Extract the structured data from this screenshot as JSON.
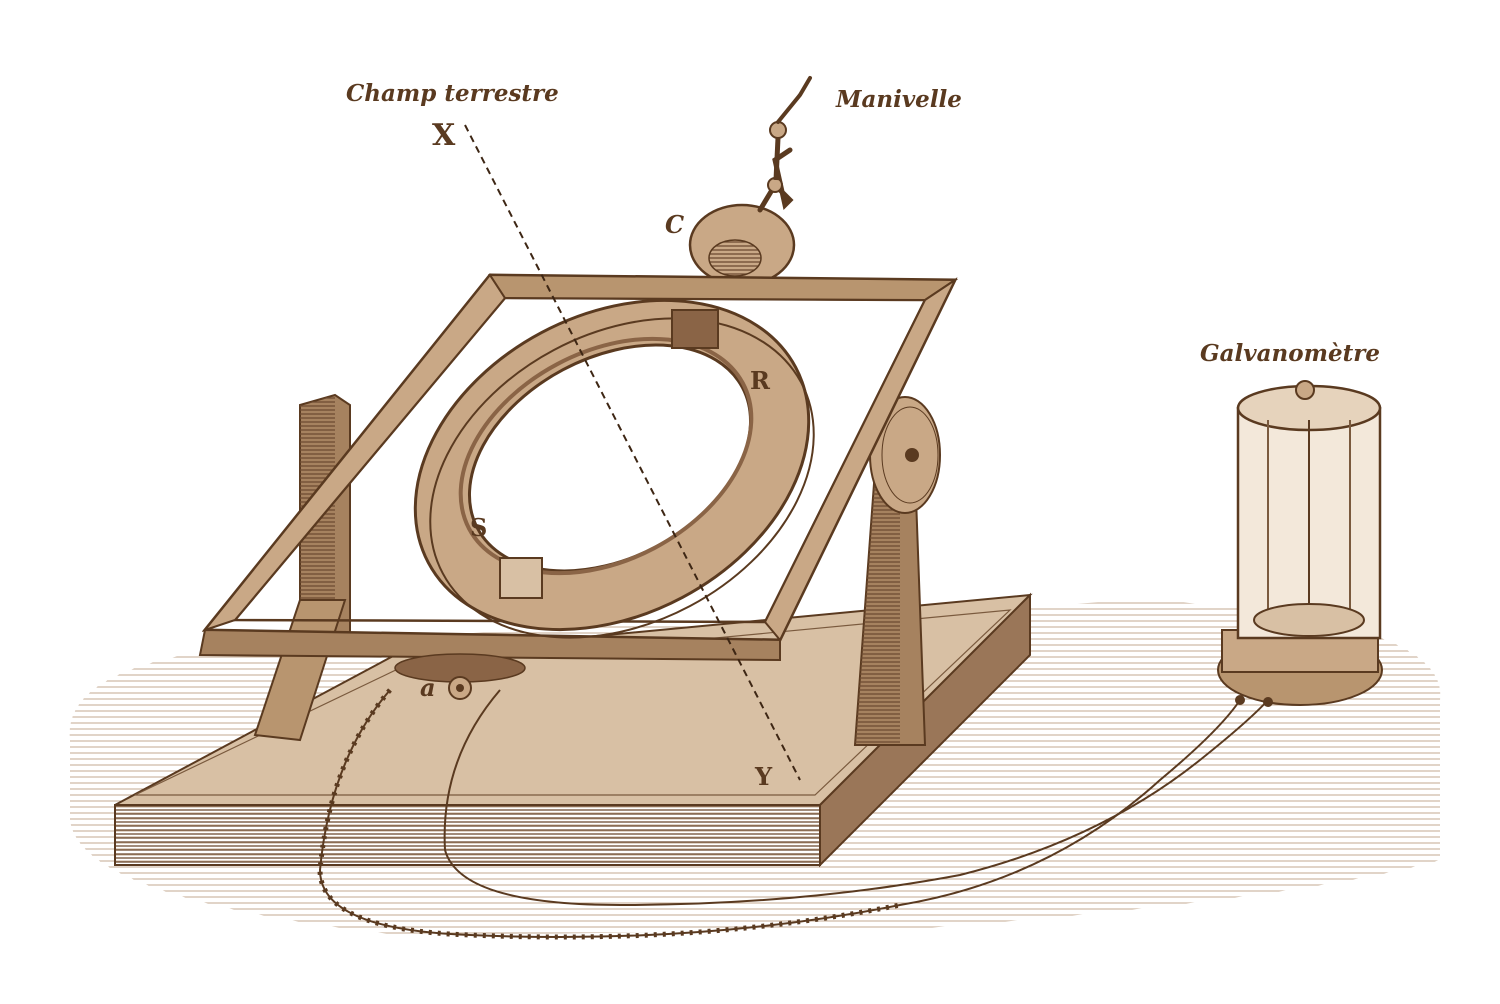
{
  "labels": {
    "champ_terrestre": "Champ terrestre",
    "manivelle": "Manivelle",
    "galvanometre": "Galvanomètre",
    "x": "X",
    "y": "Y",
    "c": "C",
    "r": "R",
    "s": "S",
    "a": "a"
  },
  "colors": {
    "ink": "#5a3a20",
    "wood": "#c9a886",
    "wood_dark": "#8a6446",
    "background": "#ffffff"
  }
}
